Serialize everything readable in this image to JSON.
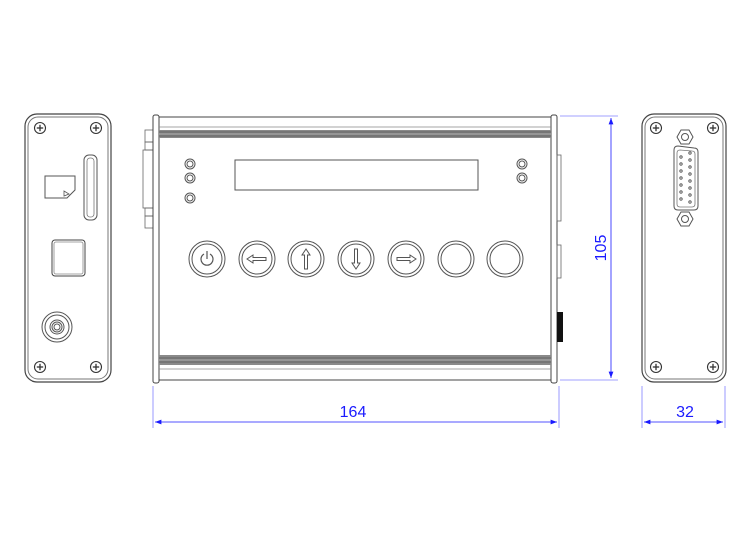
{
  "drawing": {
    "type": "technical-drawing",
    "views": [
      {
        "id": "left-side-view",
        "features": [
          "corner-screws",
          "sd-card-icon",
          "card-slot",
          "square-button",
          "coaxial-jack"
        ]
      },
      {
        "id": "front-view",
        "features": [
          "lcd-display-window",
          "left-indicator-leds",
          "right-indicator-leds",
          "keypad-buttons",
          "extrusion-ribs-top",
          "extrusion-ribs-bottom"
        ]
      },
      {
        "id": "right-side-view",
        "features": [
          "corner-screws",
          "db15-connector",
          "hex-standoffs"
        ]
      }
    ],
    "buttons": [
      {
        "id": "power",
        "icon": "power-icon"
      },
      {
        "id": "left",
        "icon": "arrow-left-icon"
      },
      {
        "id": "up",
        "icon": "arrow-up-icon"
      },
      {
        "id": "down",
        "icon": "arrow-down-icon"
      },
      {
        "id": "right",
        "icon": "arrow-right-icon"
      },
      {
        "id": "blank1",
        "icon": "blank"
      },
      {
        "id": "blank2",
        "icon": "blank"
      }
    ]
  },
  "dimensions": {
    "width": "164",
    "height": "105",
    "depth": "32"
  },
  "colors": {
    "line": "#555555",
    "dimension": "#1a1aff",
    "dimension_line": "#6b6bff"
  }
}
